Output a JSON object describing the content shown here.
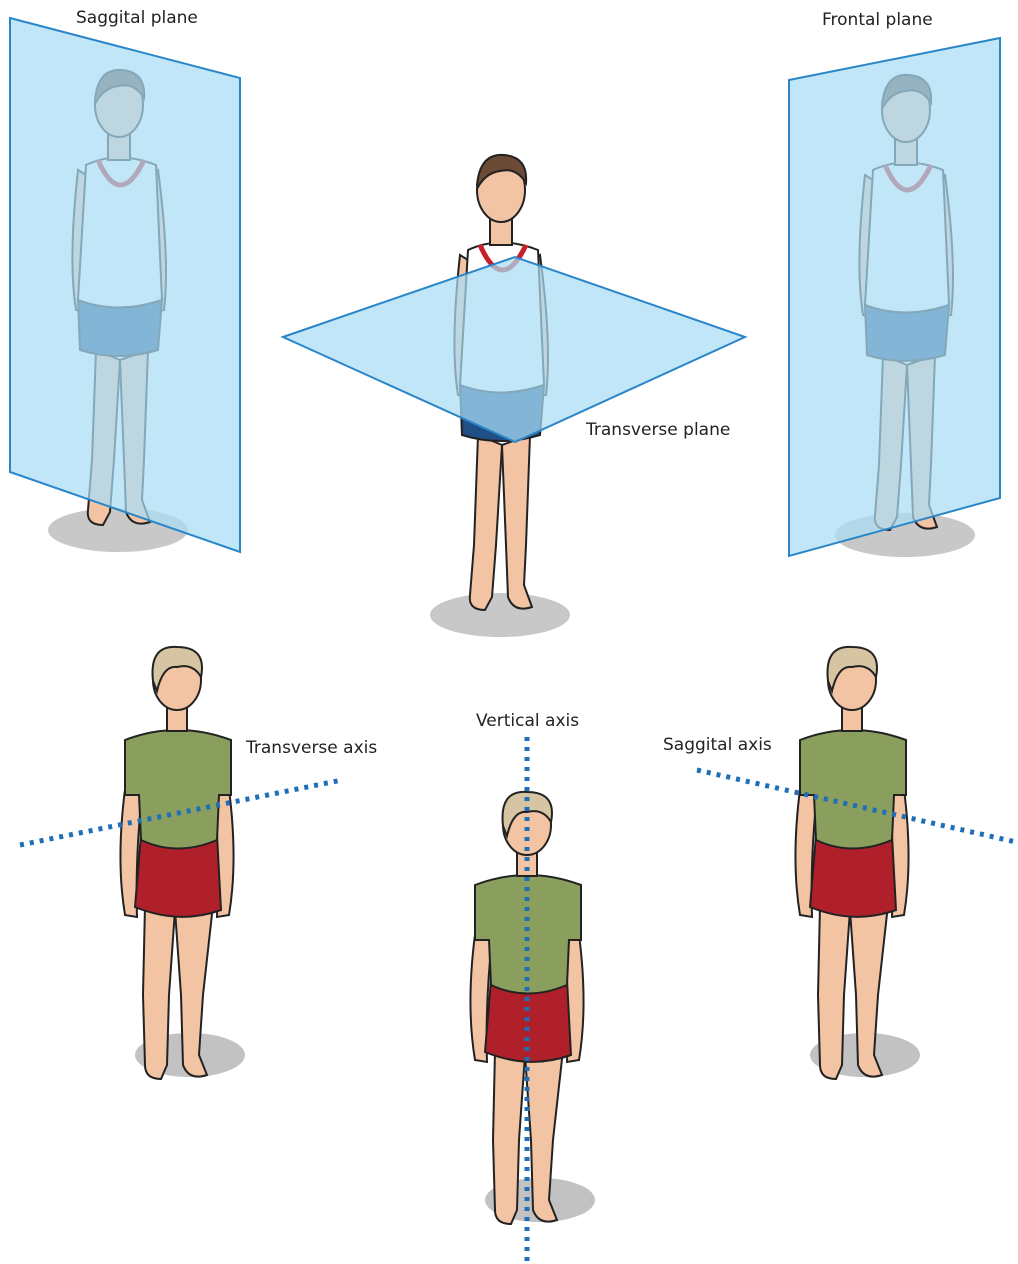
{
  "labels": {
    "sagittal_plane": "Saggital plane",
    "transverse_plane": "Transverse plane",
    "frontal_plane": "Frontal plane",
    "transverse_axis": "Transverse axis",
    "vertical_axis": "Vertical axis",
    "sagittal_axis": "Saggital axis"
  },
  "colors": {
    "plane_fill": "#a9dcf5",
    "plane_edge": "#2a86c8",
    "axis_line": "#1f6fb8",
    "skin": "#f3c4a4",
    "man_hair": "#6b4a36",
    "tank_top": "#ffffff",
    "tank_trim": "#c8202a",
    "man_shorts": "#1f4f86",
    "woman_hair": "#d6c4a2",
    "tshirt": "#8a9f5e",
    "woman_shorts": "#b0202a",
    "shadow": "#9a9a9a"
  }
}
